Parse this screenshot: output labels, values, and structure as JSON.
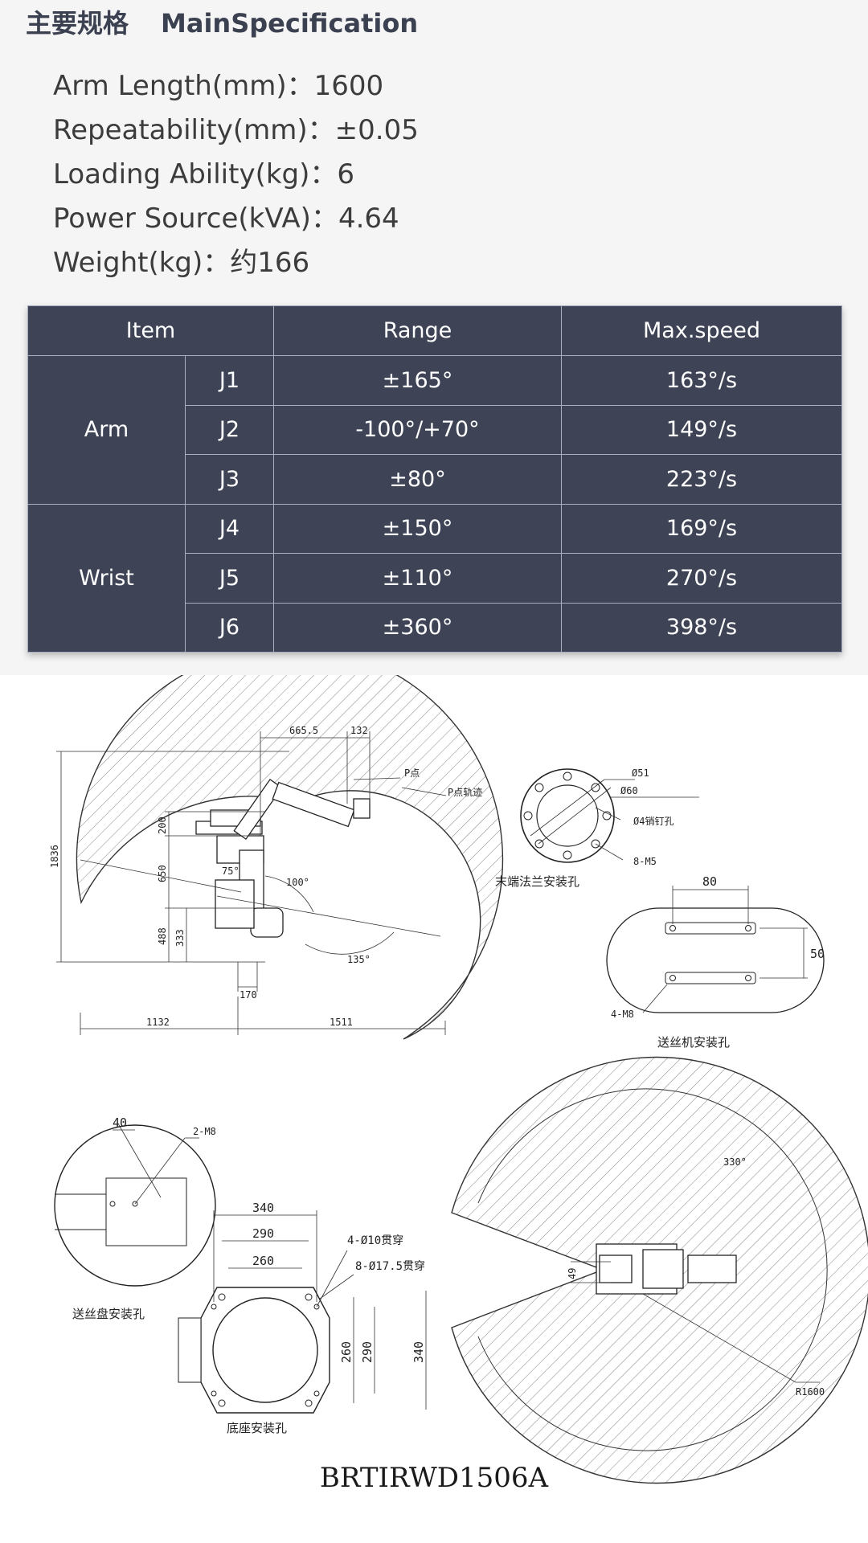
{
  "header": {
    "title_cn": "主要规格",
    "title_en": "MainSpecification"
  },
  "specs": [
    "Arm Length(mm)：1600",
    "Repeatability(mm)：±0.05",
    "Loading Ability(kg)：6",
    "Power Source(kVA)：4.64",
    "Weight(kg)：约166"
  ],
  "table": {
    "headers": [
      "Item",
      "Range",
      "Max.speed"
    ],
    "groups": [
      {
        "name": "Arm",
        "rows": [
          {
            "joint": "J1",
            "range": "±165°",
            "speed": "163°/s"
          },
          {
            "joint": "J2",
            "range": "-100°/+70°",
            "speed": "149°/s"
          },
          {
            "joint": "J3",
            "range": "±80°",
            "speed": "223°/s"
          }
        ]
      },
      {
        "name": "Wrist",
        "rows": [
          {
            "joint": "J4",
            "range": "±150°",
            "speed": "169°/s"
          },
          {
            "joint": "J5",
            "range": "±110°",
            "speed": "270°/s"
          },
          {
            "joint": "J6",
            "range": "±360°",
            "speed": "398°/s"
          }
        ]
      }
    ]
  },
  "drawing": {
    "side": {
      "d665": "665.5",
      "d132": "132",
      "p_point": "P点",
      "p_track": "P点轨迹",
      "d1836": "1836",
      "d200": "200",
      "d650": "650",
      "d488": "488",
      "d333": "333",
      "a75": "75°",
      "a100": "100°",
      "a135": "135°",
      "d170": "170",
      "d1132": "1132",
      "d1511": "1511"
    },
    "flange": {
      "d51": "Ø51",
      "d60": "Ø60",
      "pin": "Ø4销钉孔",
      "m5": "8-M5",
      "caption": "末端法兰安装孔"
    },
    "feeder": {
      "d80": "80",
      "d50": "50",
      "m8": "4-M8",
      "caption": "送丝机安装孔"
    },
    "reel": {
      "d40": "40",
      "m8": "2-M8",
      "caption": "送丝盘安装孔"
    },
    "base": {
      "d340": "340",
      "d290": "290",
      "d260": "260",
      "h10": "4-Ø10贯穿",
      "h17": "8-Ø17.5贯穿",
      "v260": "260",
      "v290": "290",
      "v340": "340",
      "caption": "底座安装孔"
    },
    "top": {
      "a330": "330°",
      "r1600": "R1600",
      "d49": "49"
    },
    "model": "BRTIRWD1506A"
  }
}
